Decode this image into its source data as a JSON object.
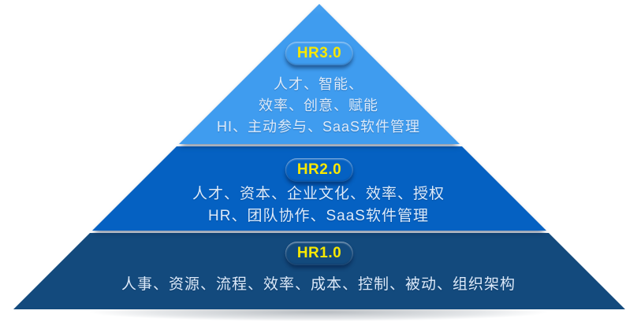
{
  "diagram": {
    "type": "pyramid",
    "background_color": "#FFFFFF",
    "badge_text_color": "#F8E800",
    "body_text_color": "#DCEAFA",
    "tiers": [
      {
        "badge": "HR3.0",
        "color": "#3F9CEF",
        "lines": {
          "0": "人才、智能、",
          "1": "效率、创意、赋能",
          "2": "HI、主动参与、SaaS软件管理"
        }
      },
      {
        "badge": "HR2.0",
        "color": "#0561C2",
        "lines": {
          "0": "人才、资本、企业文化、效率、授权",
          "1": "HR、团队协作、SaaS软件管理"
        }
      },
      {
        "badge": "HR1.0",
        "color": "#134A7D",
        "lines": {
          "0": "人事、资源、流程、效率、成本、控制、被动、组织架构"
        }
      }
    ]
  }
}
